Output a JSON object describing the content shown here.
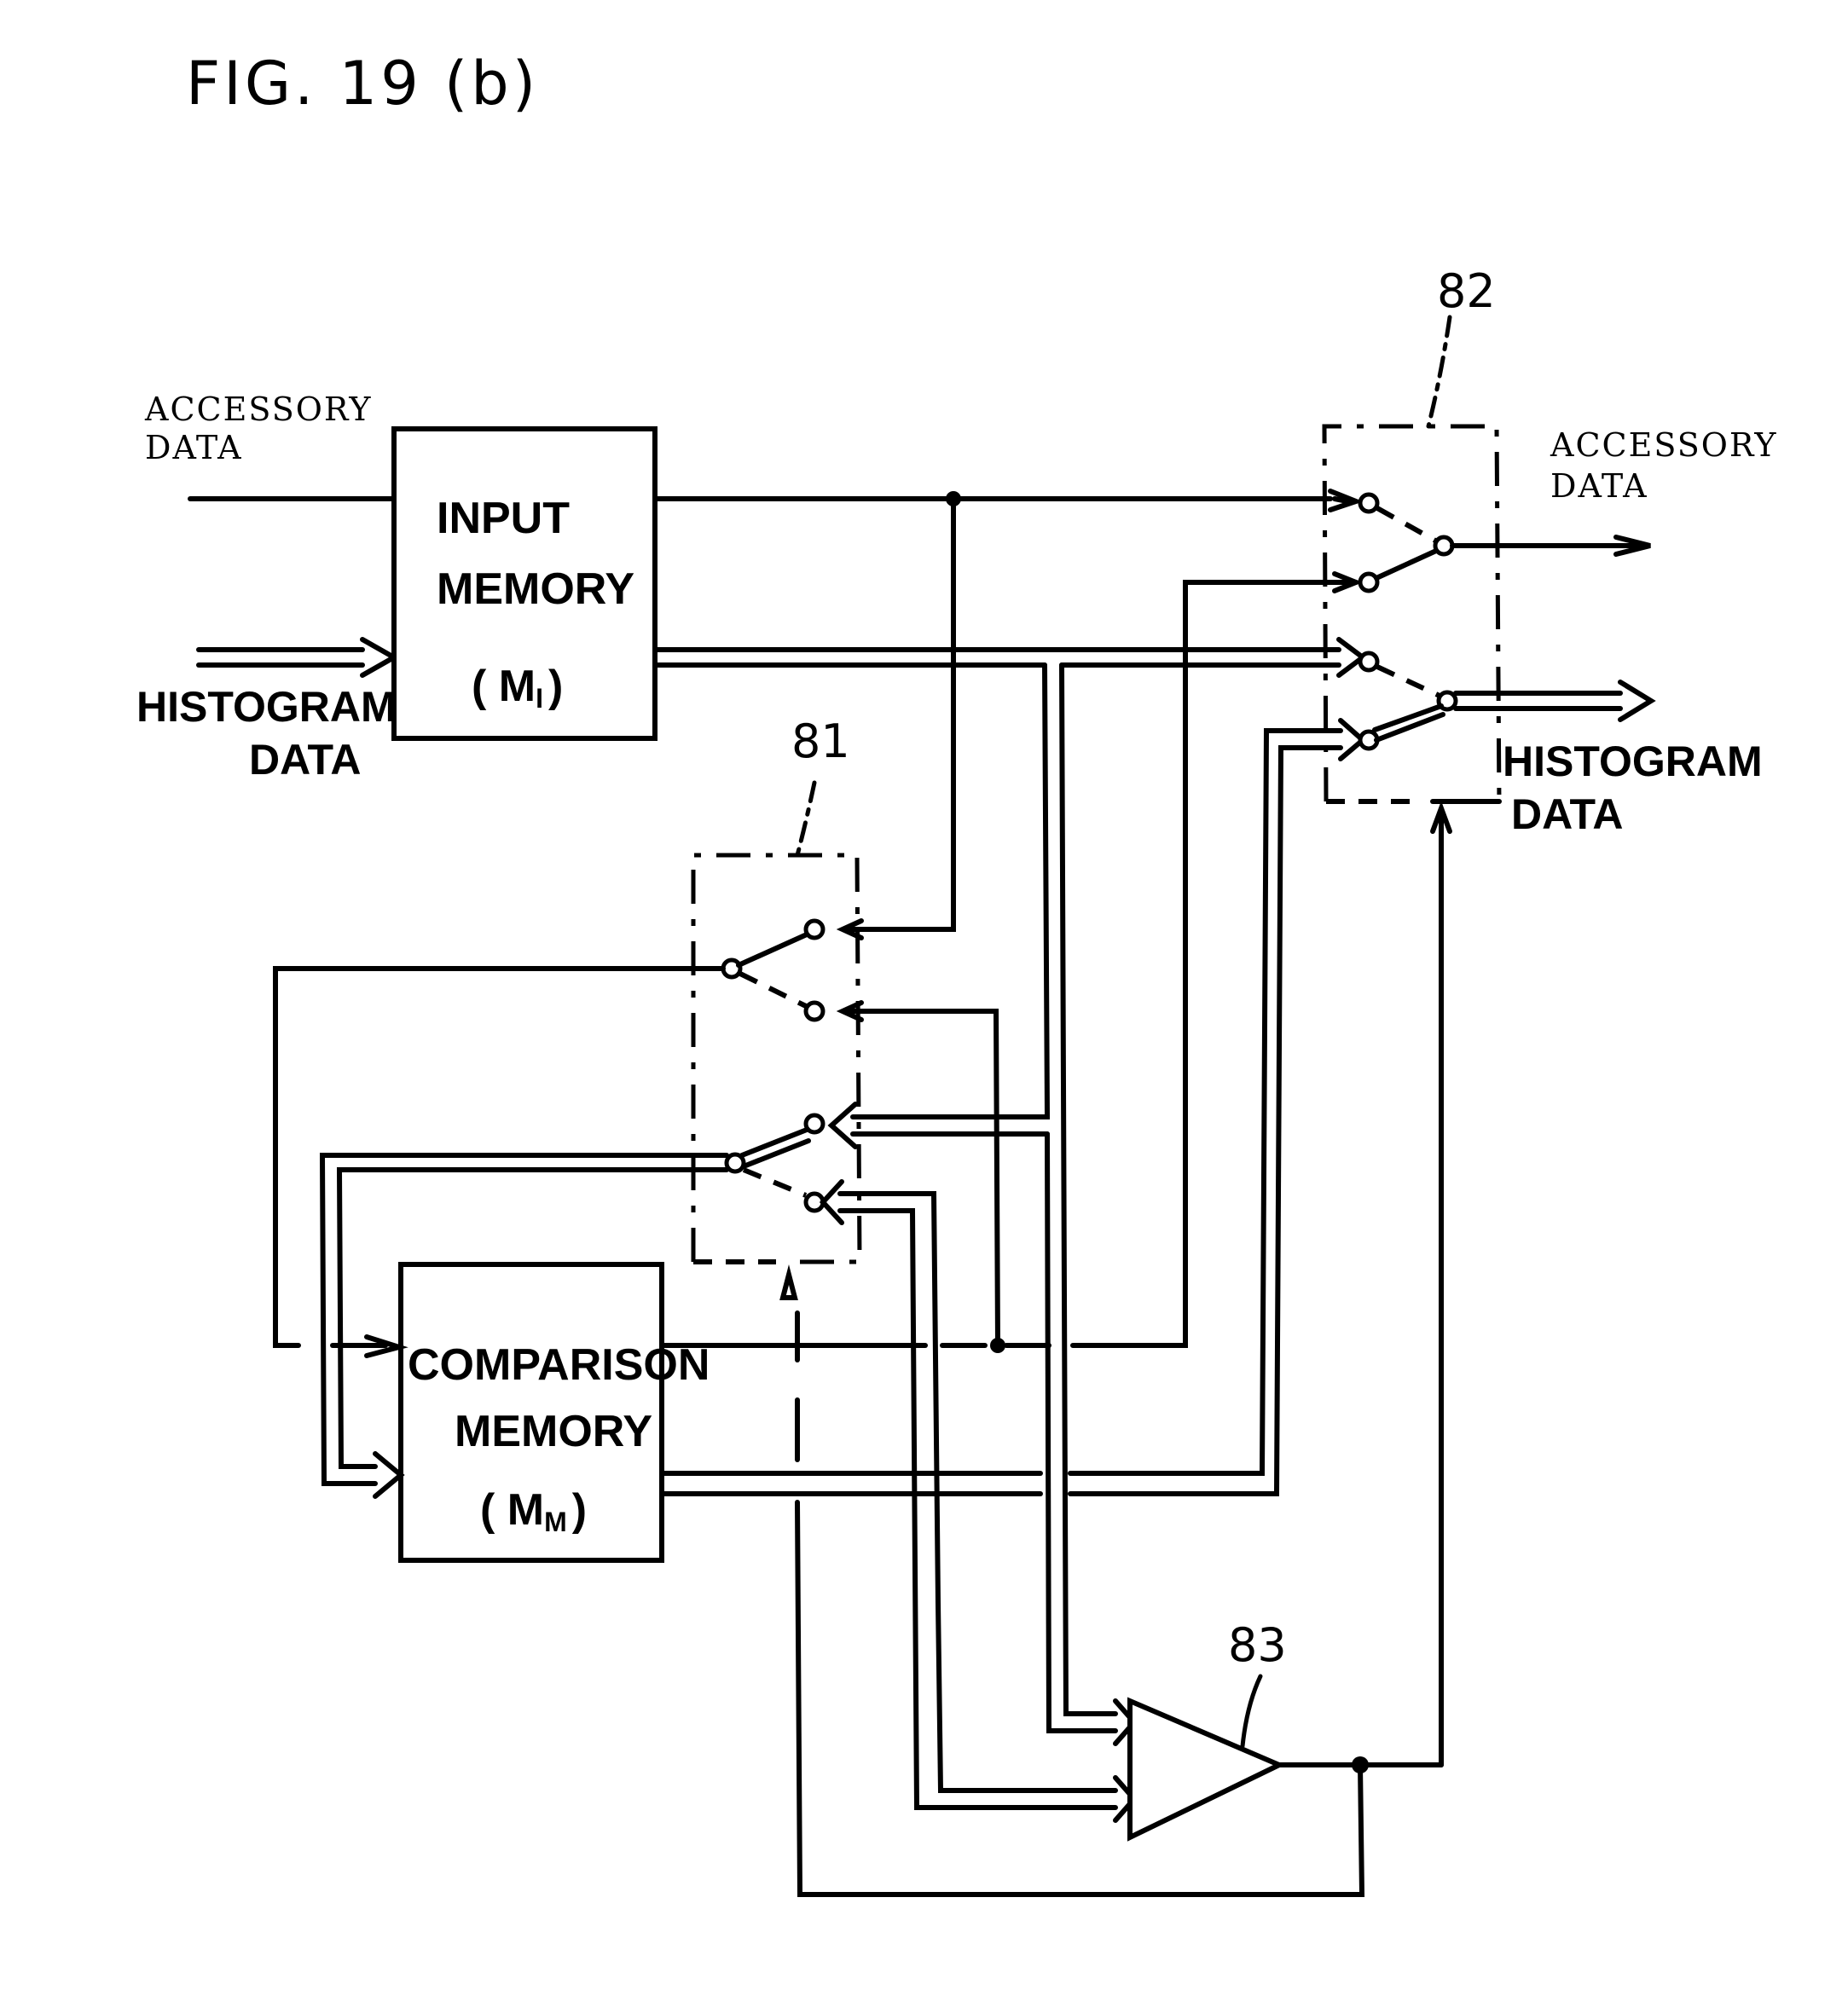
{
  "figure": {
    "title": "FIG. 19 (b)"
  },
  "inputs": {
    "accessory_label_line1": "ACCESSORY",
    "accessory_label_line2": "DATA",
    "histogram_label_line1": "HISTOGRAM",
    "histogram_label_line2": "DATA"
  },
  "outputs": {
    "accessory_label_line1": "ACCESSORY",
    "accessory_label_line2": "DATA",
    "histogram_label_line1": "HISTOGRAM",
    "histogram_label_line2": "DATA"
  },
  "blocks": {
    "input_memory": {
      "line1": "INPUT",
      "line2": "MEMORY",
      "symbol_open": "( M",
      "symbol_sub": "I",
      "symbol_close": ")"
    },
    "comparison_memory": {
      "line1": "COMPARISON",
      "line2": "MEMORY",
      "symbol_open": "( M",
      "symbol_sub": "M",
      "symbol_close": ")"
    }
  },
  "reference_numerals": {
    "switch_81": "81",
    "switch_82": "82",
    "comparator_83": "83"
  }
}
